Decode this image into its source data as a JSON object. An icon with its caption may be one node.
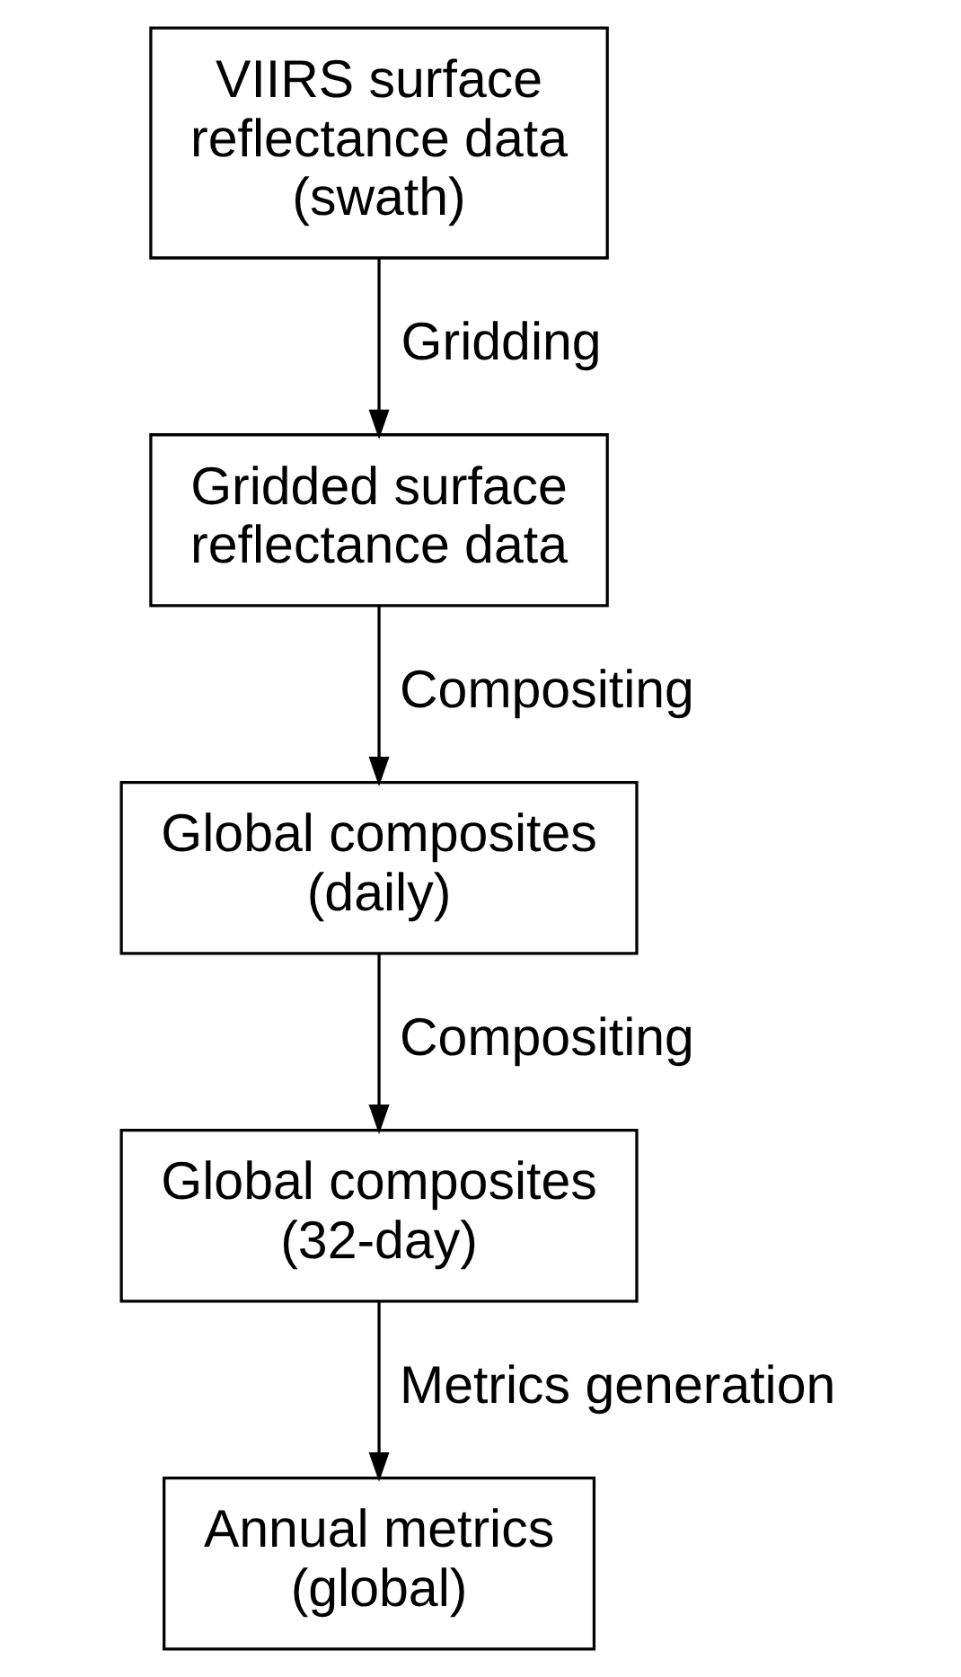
{
  "diagram": {
    "nodes": [
      {
        "text": [
          "VIIRS surface reflectance data (swath)"
        ]
      },
      {
        "text": [
          "Gridded surface reflectance data"
        ]
      },
      {
        "text": [
          "Global composites (daily)"
        ]
      },
      {
        "text": [
          "Global composites (32-day)"
        ]
      },
      {
        "text": [
          "Annual metrics (global)"
        ]
      }
    ],
    "edges": [
      {
        "from": 0,
        "to": 1,
        "arrow": "to",
        "label": "Gridding"
      },
      {
        "from": 1,
        "to": 2,
        "arrow": "to",
        "label": "Compositing"
      },
      {
        "from": 2,
        "to": 3,
        "arrow": "to",
        "label": "Compositing"
      },
      {
        "from": 3,
        "to": 4,
        "arrow": "to",
        "label": "Metrics generation"
      }
    ]
  }
}
